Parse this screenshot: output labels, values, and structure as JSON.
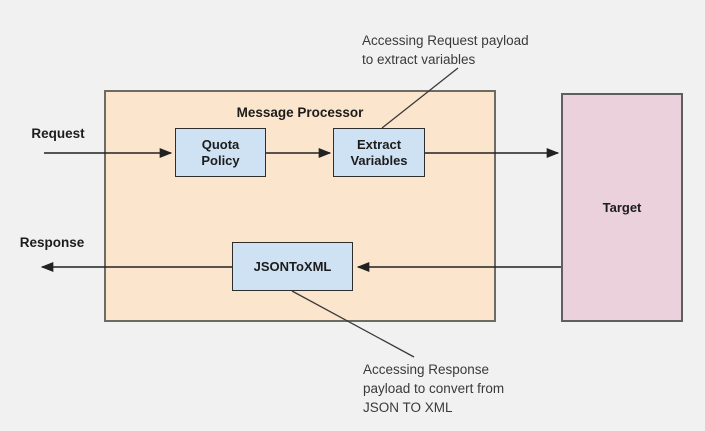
{
  "diagram": {
    "background_color": "#f1f1f1",
    "line_color": "#212121"
  },
  "nodes": {
    "message_processor": {
      "label": "Message Processor",
      "fill": "#fce5cd"
    },
    "quota_policy": {
      "label": "Quota\nPolicy",
      "fill": "#cfe2f3"
    },
    "extract_variables": {
      "label": "Extract\nVariables",
      "fill": "#cfe2f3"
    },
    "json_to_xml": {
      "label": "JSONToXML",
      "fill": "#cfe2f3"
    },
    "target": {
      "label": "Target",
      "fill": "#ead1dc"
    }
  },
  "flows": {
    "request_label": "Request",
    "response_label": "Response"
  },
  "annotations": {
    "request_payload": "Accessing Request payload\nto extract variables",
    "response_payload": "Accessing Response\npayload to convert from\nJSON TO XML"
  }
}
